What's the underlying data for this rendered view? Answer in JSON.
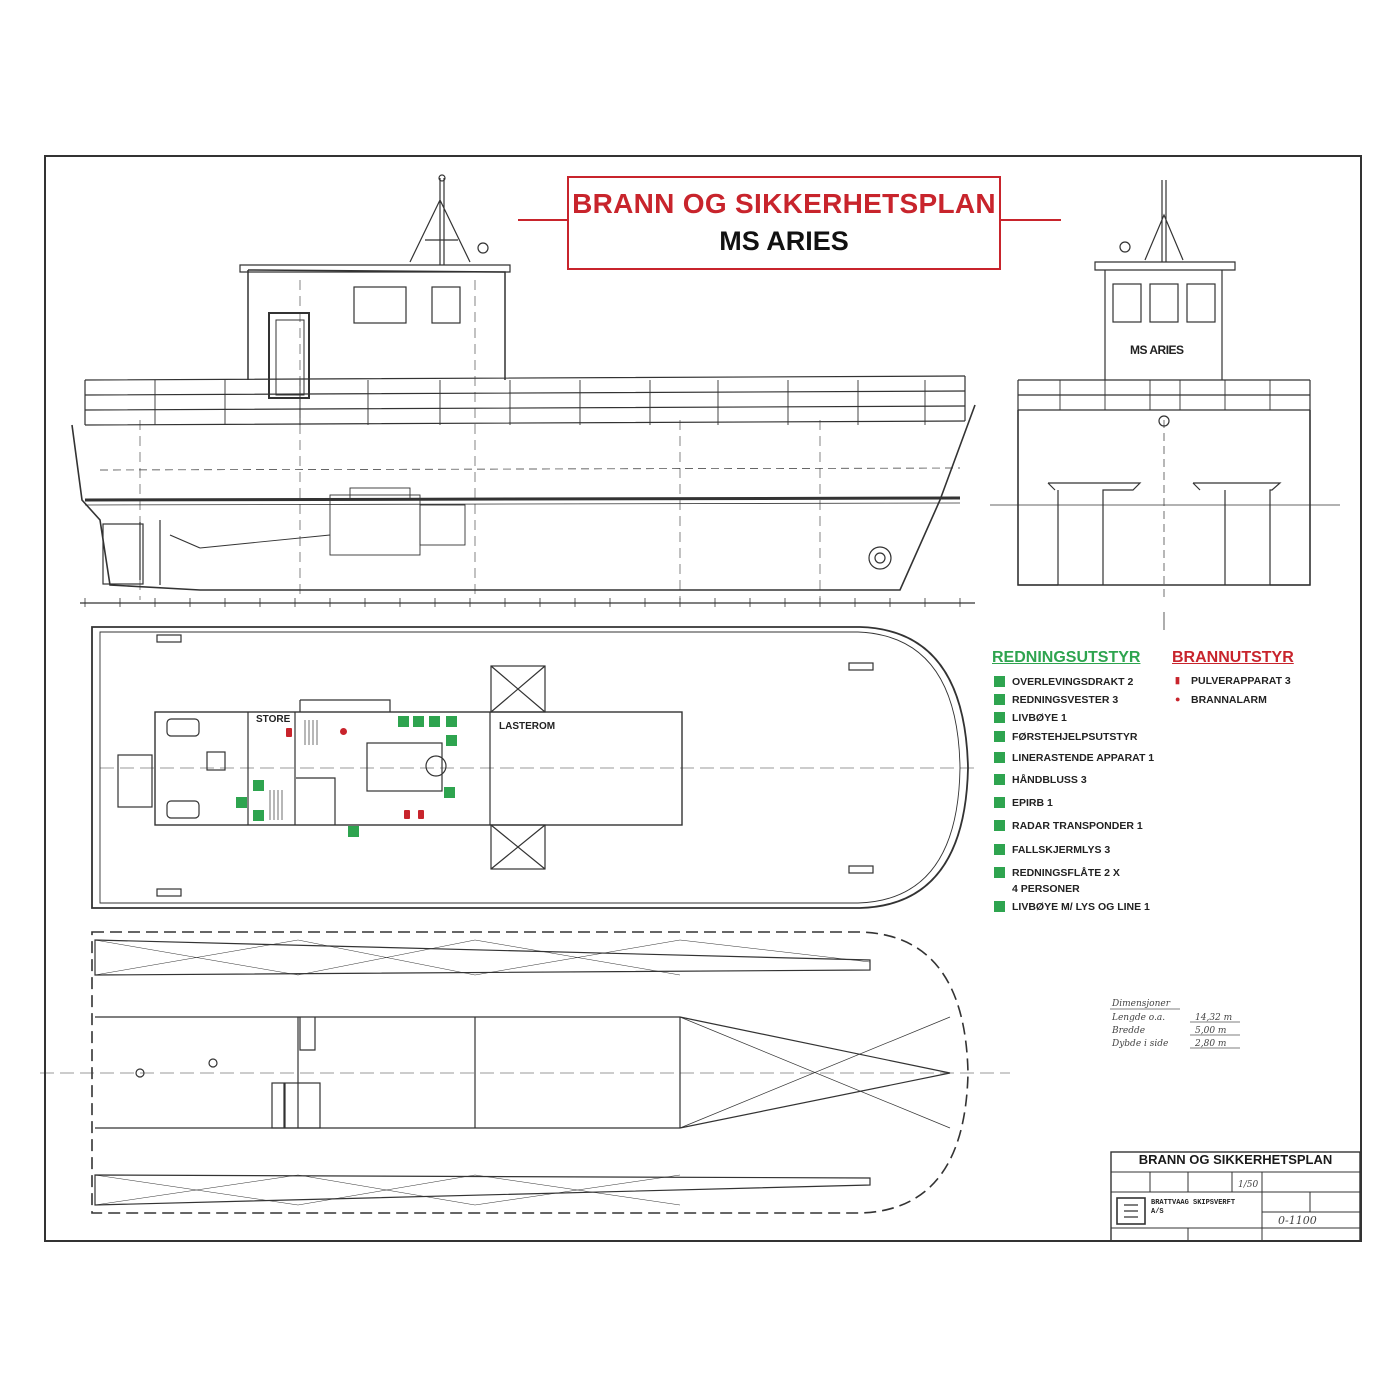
{
  "title": {
    "main": "BRANN OG SIKKERHETSPLAN",
    "vessel": "MS ARIES"
  },
  "front_view": {
    "cabin_label": "MS ARIES"
  },
  "deck_plan": {
    "store_label": "STORE",
    "cargo_label": "LASTEROM"
  },
  "legend": {
    "rescue": {
      "heading": "REDNINGSUTSTYR",
      "color": "#2ea44f",
      "items": [
        {
          "label": "OVERLEVINGSDRAKT 2",
          "icon": "survival-suit-icon"
        },
        {
          "label": "REDNINGSVESTER 3",
          "icon": "life-jacket-icon"
        },
        {
          "label": "LIVBØYE 1",
          "icon": "lifebuoy-icon"
        },
        {
          "label": "FØRSTEHJELPSUTSTYR",
          "icon": "first-aid-icon"
        },
        {
          "label": "LINERASTENDE APPARAT 1",
          "icon": "line-thrower-icon"
        },
        {
          "label": "HÅNDBLUSS 3",
          "icon": "hand-flare-icon"
        },
        {
          "label": "EPIRB 1",
          "icon": "epirb-icon"
        },
        {
          "label": "RADAR TRANSPONDER 1",
          "icon": "radar-transponder-icon"
        },
        {
          "label": "FALLSKJERMLYS 3",
          "icon": "parachute-flare-icon"
        },
        {
          "label": "REDNINGSFLÅTE 2 X",
          "label2": "4 PERSONER",
          "icon": "liferaft-icon"
        },
        {
          "label": "LIVBØYE M/ LYS OG LINE 1",
          "icon": "lifebuoy-light-line-icon"
        }
      ]
    },
    "fire": {
      "heading": "BRANNUTSTYR",
      "color": "#c8242c",
      "items": [
        {
          "label": "PULVERAPPARAT 3",
          "icon": "powder-extinguisher-icon"
        },
        {
          "label": "BRANNALARM",
          "icon": "fire-alarm-icon"
        }
      ]
    }
  },
  "dimensions_note": {
    "heading": "Dimensjoner",
    "rows": [
      {
        "label": "Lengde o.a.",
        "value": "14,32 m"
      },
      {
        "label": "Bredde",
        "value": "5,00 m"
      },
      {
        "label": "Dybde i side",
        "value": "2,80 m"
      }
    ]
  },
  "title_block": {
    "title": "BRANN OG SIKKERHETSPLAN",
    "yard": "BRATTVAAG SKIPSVERFT A/S",
    "scale": "1/50",
    "drawing_no": "0-1100"
  },
  "colors": {
    "accent_red": "#c8242c",
    "accent_green": "#2ea44f",
    "line": "#333333"
  }
}
